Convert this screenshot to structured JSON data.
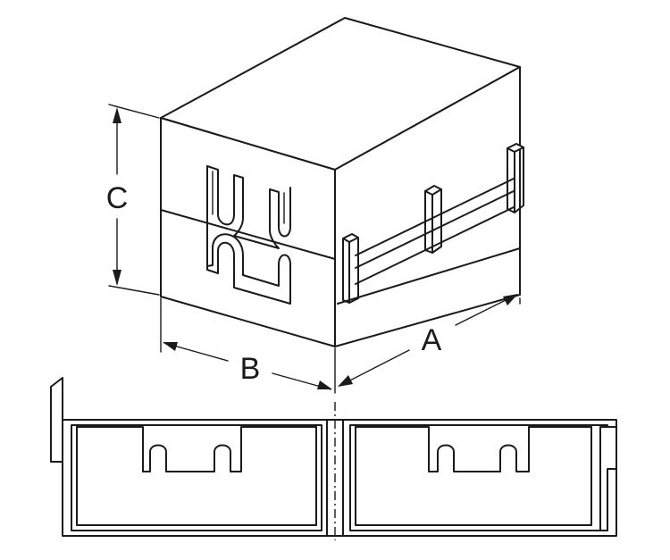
{
  "diagram": {
    "dimension_labels": {
      "a": "A",
      "b": "B",
      "c": "C"
    }
  }
}
